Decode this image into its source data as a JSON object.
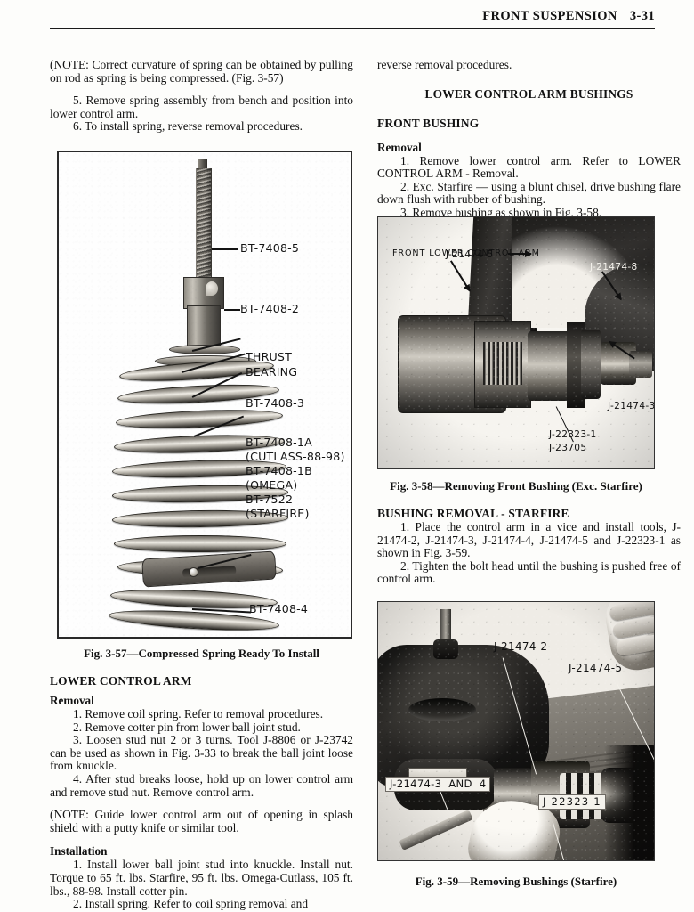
{
  "header": {
    "section_title": "FRONT SUSPENSION",
    "page_number": "3-31"
  },
  "left_column": {
    "note_1": "(NOTE: Correct curvature of spring can be obtained by pulling on rod as spring is being compressed. (Fig. 3-57)",
    "step_5": "5. Remove spring assembly from bench and position into lower control arm.",
    "step_6": "6. To install spring, reverse removal procedures.",
    "fig_57_caption": "Fig. 3-57—Compressed Spring Ready To Install",
    "lower_control_arm_heading": "LOWER CONTROL ARM",
    "removal_subhead": "Removal",
    "removal_1": "1. Remove coil spring. Refer to removal procedures.",
    "removal_2": "2. Remove cotter pin from lower ball joint stud.",
    "removal_3": "3. Loosen stud nut 2 or 3 turns. Tool J-8806 or J-23742 can be used as shown in Fig. 3-33 to break the ball joint loose from knuckle.",
    "removal_4": "4. After stud breaks loose, hold up on lower control arm and remove stud nut. Remove control arm.",
    "note_2": "(NOTE: Guide lower control arm out of opening in splash shield with a putty knife or similar tool.",
    "installation_subhead": "Installation",
    "installation_1": "1. Install lower ball joint stud into knuckle. Install nut. Torque to 65 ft. lbs. Starfire, 95 ft. lbs. Omega-Cutlass, 105 ft. lbs., 88-98. Install cotter pin.",
    "installation_2": "2. Install spring. Refer to coil spring removal and"
  },
  "fig_57_labels": {
    "l1": "BT-7408-5",
    "l2": "BT-7408-2",
    "l3a": "THRUST",
    "l3b": "BEARING",
    "l4": "BT-7408-3",
    "l5a": "BT-7408-1A",
    "l5b": "(CUTLASS-88-98)",
    "l5c": "BT-7408-1B",
    "l5d": "(OMEGA)",
    "l5e": "BT-7522",
    "l5f": "(STARFIRE)",
    "l6": "BT-7408-4"
  },
  "right_column": {
    "continuation": "reverse removal procedures.",
    "bushings_heading": "LOWER CONTROL ARM BUSHINGS",
    "front_bushing_heading": "FRONT BUSHING",
    "removal_subhead": "Removal",
    "removal_1": "1. Remove lower control arm. Refer to LOWER CONTROL ARM - Removal.",
    "removal_2": "2. Exc. Starfire — using a blunt chisel, drive bushing flare down flush with rubber of bushing.",
    "removal_3": "3. Remove bushing as shown in Fig. 3-58.",
    "fig_58_caption": "Fig. 3-58—Removing Front Bushing (Exc. Starfire)",
    "starfire_heading": "BUSHING REMOVAL - STARFIRE",
    "starfire_1": "1. Place the control arm in a vice and install tools, J-21474-2, J-21474-3, J-21474-4, J-21474-5 and J-22323-1 as shown in Fig. 3-59.",
    "starfire_2": "2. Tighten the bolt head until the bushing is pushed free of control arm.",
    "fig_59_caption": "Fig. 3-59—Removing Bushings (Starfire)"
  },
  "fig_58_labels": {
    "arm": "FRONT LOWER CONTROL ARM",
    "t1": "J-21474-5",
    "t2": "J-21474-8",
    "t3": "J-21474-3",
    "t4a": "J-22323-1",
    "t4b": "J-23705"
  },
  "fig_59_labels": {
    "t1": "J-21474-2",
    "t2": "J-21474-5",
    "t3": "J-21474-3  AND  4",
    "t4": "J 22323 1"
  }
}
